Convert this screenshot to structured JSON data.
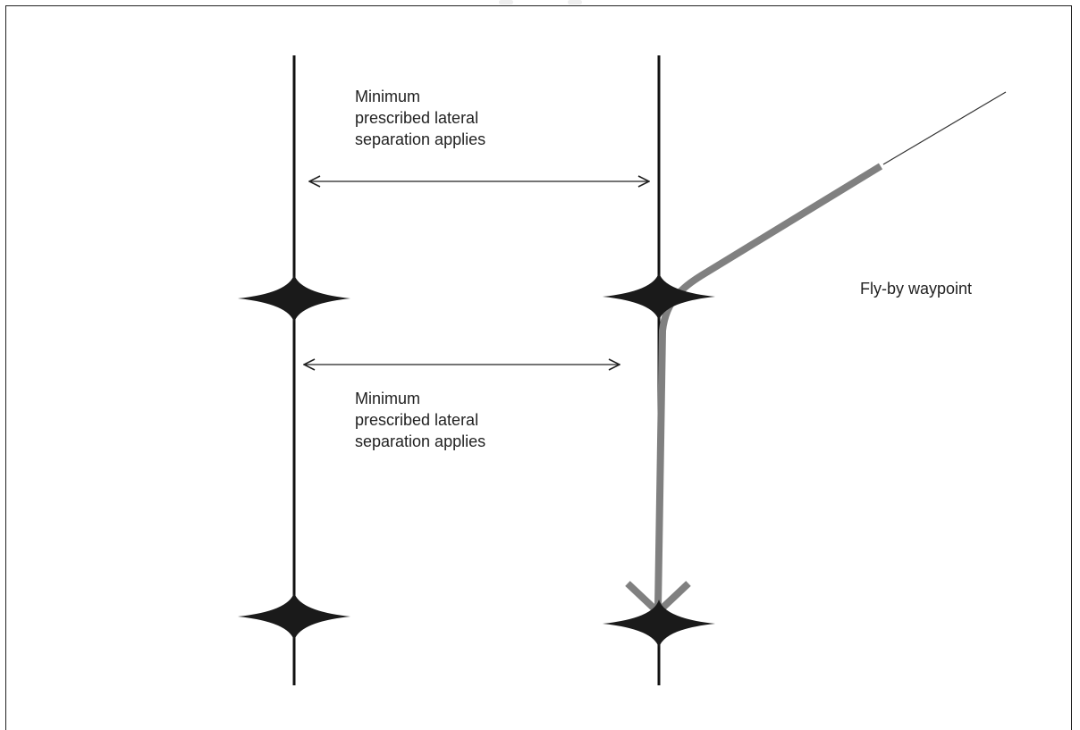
{
  "diagram": {
    "separation_label_top": {
      "lines": [
        "Minimum",
        "prescribed lateral",
        "separation applies"
      ]
    },
    "separation_label_bottom": {
      "lines": [
        "Minimum",
        "prescribed lateral",
        "separation applies"
      ]
    },
    "flyby_label": "Fly-by waypoint",
    "colors": {
      "route_line": "#111111",
      "waypoint": "#1a1a1a",
      "flight_path": "#808080",
      "arrow": "#222222",
      "frame": "#222222",
      "text": "#222222"
    }
  }
}
